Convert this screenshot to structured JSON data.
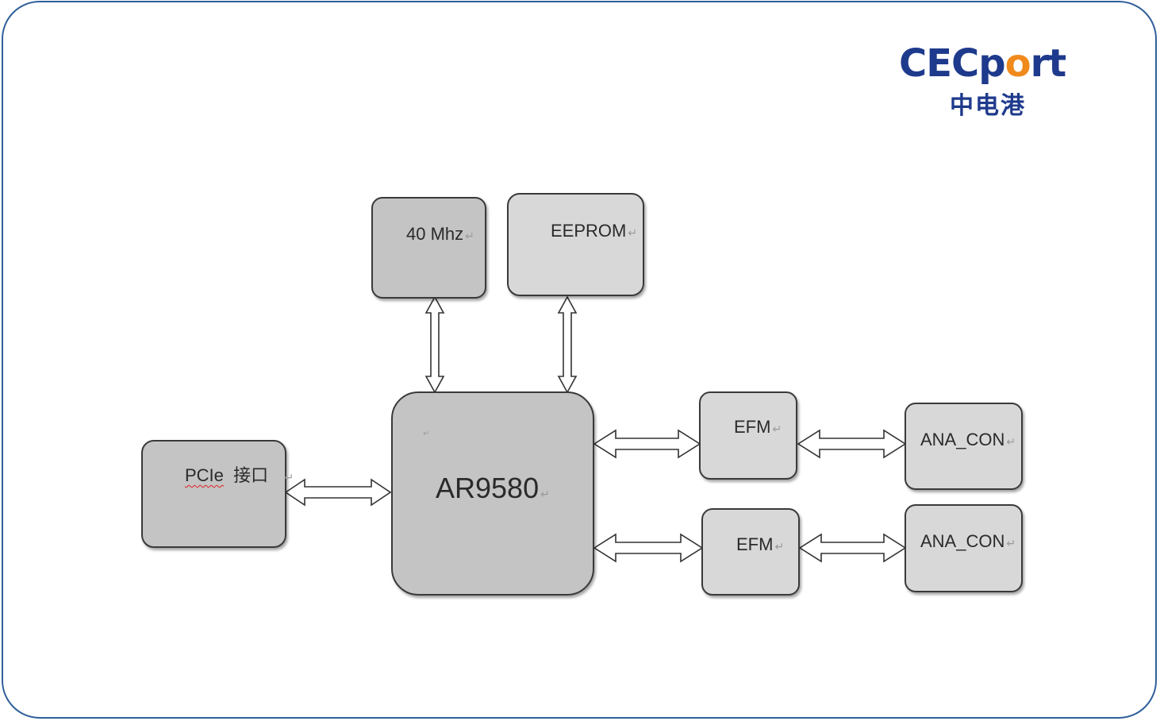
{
  "logo": {
    "brand_prefix": "CEC",
    "brand_p": "p",
    "brand_o": "o",
    "brand_suffix": "rt",
    "chinese": "中电港"
  },
  "blocks": {
    "osc": {
      "label": "40 Mhz",
      "mark": "↵"
    },
    "eeprom": {
      "label": "EEPROM",
      "mark": "↵"
    },
    "pcie": {
      "label_a": "PCIe",
      "label_b": "接口",
      "mark": "↵"
    },
    "chip": {
      "label": "AR9580",
      "mark": "↵",
      "small_mark": "↵"
    },
    "efm1": {
      "label": "EFM",
      "mark": "↵"
    },
    "efm2": {
      "label": "EFM",
      "mark": "↵"
    },
    "ana1": {
      "label": "ANA_CON",
      "mark": "↵"
    },
    "ana2": {
      "label": "ANA_CON",
      "mark": "↵"
    }
  },
  "colors": {
    "frame": "#2f5f9a",
    "brand_blue": "#1e3a8c",
    "brand_orange": "#f08a1c",
    "box_dark": "#c4c4c4",
    "box_light": "#d8d8d8"
  }
}
